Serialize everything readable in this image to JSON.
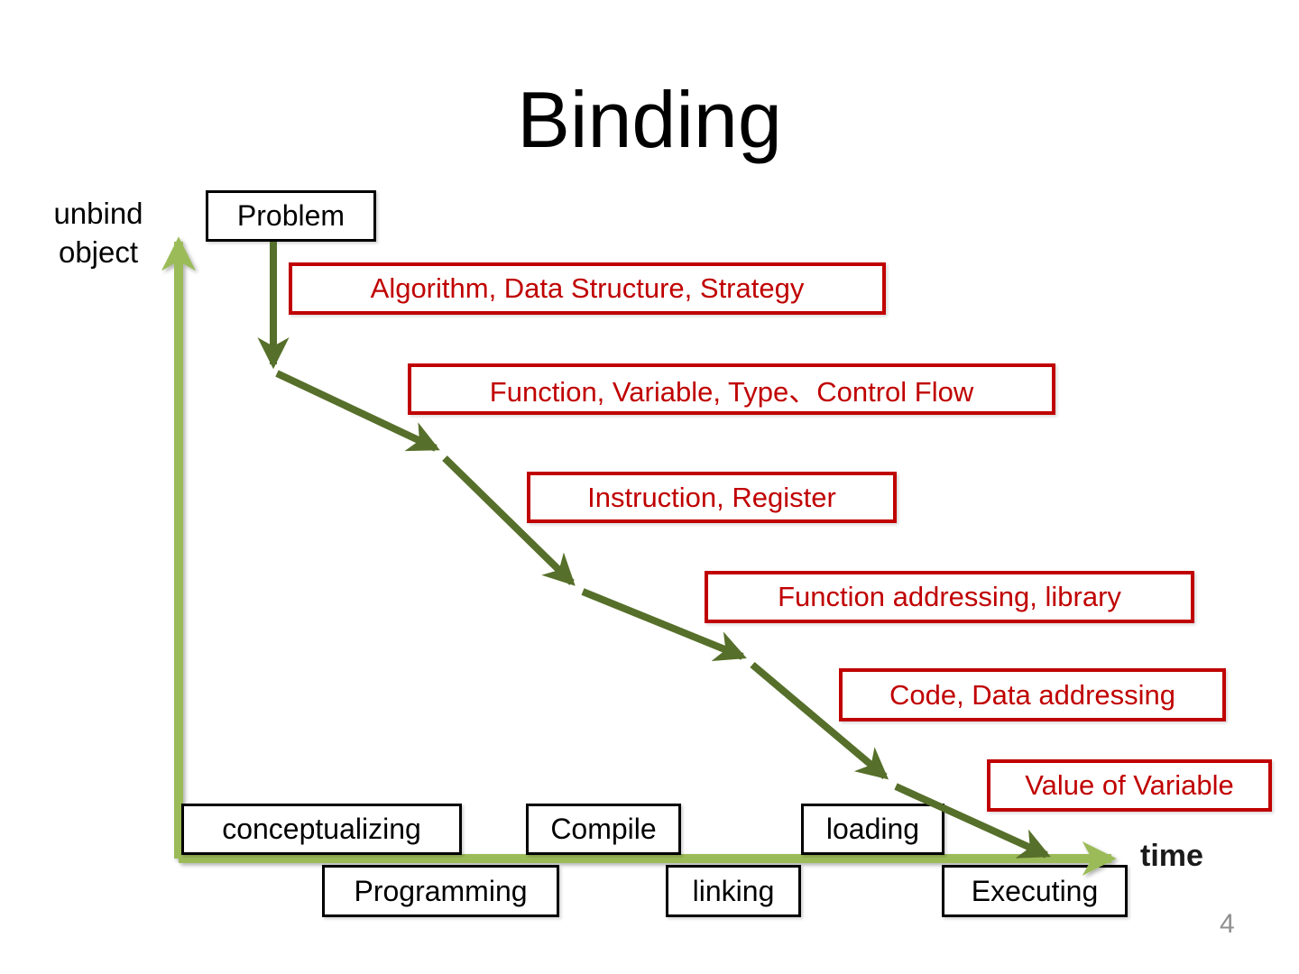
{
  "slide": {
    "title": "Binding",
    "page_number": "4"
  },
  "axes": {
    "y_label": "unbind\nobject",
    "x_label": "time"
  },
  "problem_label": "Problem",
  "binding_steps": [
    "Algorithm, Data Structure, Strategy",
    "Function, Variable, Type、Control Flow",
    "Instruction, Register",
    "Function addressing, library",
    "Code, Data addressing",
    "Value of Variable"
  ],
  "phases_above": [
    "conceptualizing",
    "Compile",
    "loading"
  ],
  "phases_below": [
    "Programming",
    "linking",
    "Executing"
  ],
  "colors": {
    "red_accent": "#c00000",
    "axis_green": "#9bbb59",
    "arrow_dark_green": "#566f2a",
    "page_number_gray": "#8f8f8f"
  }
}
